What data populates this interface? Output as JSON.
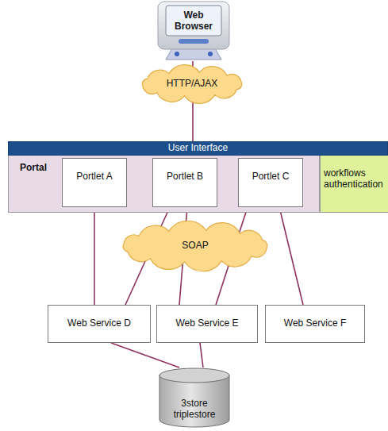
{
  "diagram": {
    "nodes": [
      {
        "text": [
          "Web Browser"
        ]
      },
      {
        "text": [
          "HTTP/AJAX"
        ]
      },
      {
        "text": [
          "User Interface"
        ]
      },
      {
        "text": [
          "Portal"
        ]
      },
      {
        "text": [
          "Portlet A"
        ],
        "in": 3
      },
      {
        "text": [
          "Portlet B"
        ],
        "in": 3
      },
      {
        "text": [
          "Portlet C"
        ],
        "in": 3
      },
      {
        "text": [
          "workflows authentication"
        ]
      },
      {
        "text": [
          "SOAP"
        ]
      },
      {
        "text": [
          "Web Service D"
        ]
      },
      {
        "text": [
          "Web Service E"
        ]
      },
      {
        "text": [
          "Web Service F"
        ]
      },
      {
        "text": [
          "3store triplestore"
        ]
      }
    ],
    "edges": [
      {
        "from": 0,
        "to": 1,
        "arrow": "none"
      },
      {
        "from": 1,
        "to": 2,
        "arrow": "none"
      },
      {
        "from": 4,
        "to": 9,
        "arrow": "none"
      },
      {
        "from": 5,
        "to": 9,
        "arrow": "none"
      },
      {
        "from": 5,
        "to": 10,
        "arrow": "none"
      },
      {
        "from": 6,
        "to": 10,
        "arrow": "none"
      },
      {
        "from": 6,
        "to": 11,
        "arrow": "none"
      },
      {
        "from": 9,
        "to": 12,
        "arrow": "none"
      },
      {
        "from": 10,
        "to": 12,
        "arrow": "none"
      }
    ]
  }
}
